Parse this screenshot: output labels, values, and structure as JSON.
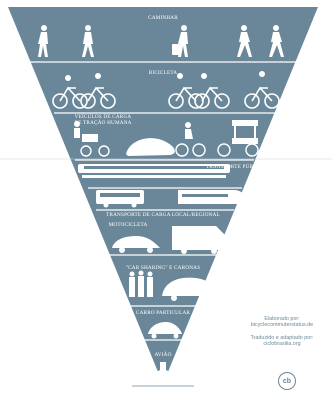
{
  "levels": [
    {
      "label": "CAMINHAR"
    },
    {
      "label": "BICICLETA"
    },
    {
      "label": "VEÍCULOS DE CARGA\nDE TRAÇÃO HUMANA"
    },
    {
      "label": "TRANSPORTE PÚBLICO"
    },
    {
      "label": "TRANSPORTE DE CARGA LOCAL/REGIONAL"
    },
    {
      "label": "MOTOCICLETA"
    },
    {
      "label": "\"CAR SHARING\" E CARONAS"
    },
    {
      "label": "CARRO PARTICULAR"
    },
    {
      "label": "AVIÃO"
    }
  ],
  "credit": {
    "line1": "Elaborado por:",
    "line2": "bicyclecommuterstatus.de",
    "line3": "Traduzido e adaptado por:",
    "line4": "ciclobrasilia.org"
  },
  "logo_text": "cb",
  "colors": {
    "primary": "#6a8799",
    "background": "#ffffff"
  }
}
